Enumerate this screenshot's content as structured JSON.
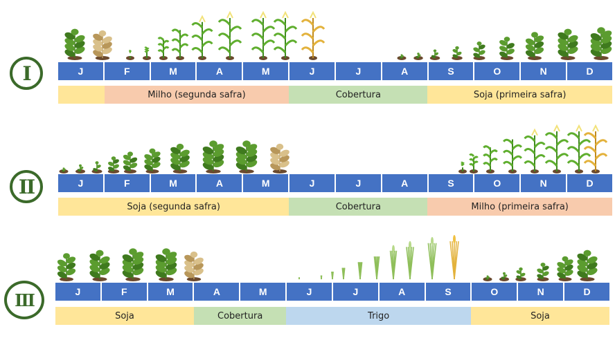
{
  "colors": {
    "month_bar": "#4472c4",
    "soja": "#ffe699",
    "milho": "#f8cbad",
    "cobertura": "#c5e0b4",
    "trigo": "#bdd7ee",
    "badge": "#3b6a2a"
  },
  "schemes": [
    {
      "numeral": "I",
      "months": [
        "J",
        "F",
        "M",
        "A",
        "M",
        "J",
        "J",
        "A",
        "S",
        "O",
        "N",
        "D"
      ],
      "crops": [
        {
          "label": "",
          "color": "soja",
          "start": 0,
          "end": 1
        },
        {
          "label": "Milho (segunda safra)",
          "color": "milho",
          "start": 1,
          "end": 5
        },
        {
          "label": "Cobertura",
          "color": "cobertura",
          "start": 5,
          "end": 8
        },
        {
          "label": "Soja (primeira safra)",
          "color": "soja",
          "start": 8,
          "end": 12
        }
      ]
    },
    {
      "numeral": "II",
      "months": [
        "J",
        "F",
        "M",
        "A",
        "M",
        "J",
        "J",
        "A",
        "S",
        "O",
        "N",
        "D"
      ],
      "crops": [
        {
          "label": "Soja (segunda safra)",
          "color": "soja",
          "start": 0,
          "end": 5
        },
        {
          "label": "Cobertura",
          "color": "cobertura",
          "start": 5,
          "end": 8
        },
        {
          "label": "Milho (primeira safra)",
          "color": "milho",
          "start": 8,
          "end": 12
        }
      ]
    },
    {
      "numeral": "III",
      "months": [
        "J",
        "F",
        "M",
        "A",
        "M",
        "J",
        "J",
        "A",
        "S",
        "O",
        "N",
        "D"
      ],
      "crops": [
        {
          "label": "Soja",
          "color": "soja",
          "start": 0,
          "end": 3
        },
        {
          "label": "Cobertura",
          "color": "cobertura",
          "start": 3,
          "end": 5
        },
        {
          "label": "Trigo",
          "color": "trigo",
          "start": 5,
          "end": 9
        },
        {
          "label": "Soja",
          "color": "soja",
          "start": 9,
          "end": 12
        }
      ]
    }
  ]
}
